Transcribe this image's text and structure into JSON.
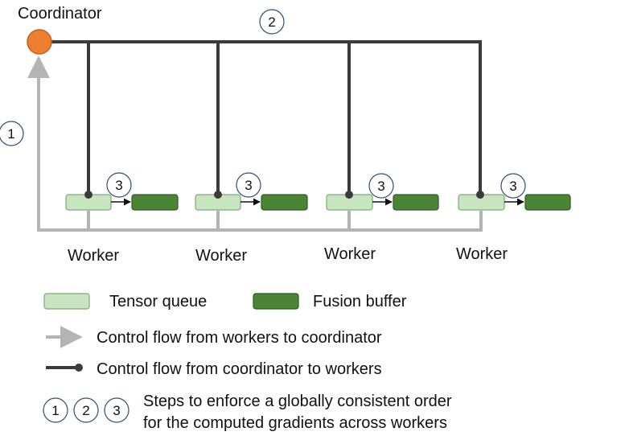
{
  "coordinator": {
    "label": "Coordinator",
    "color": "#ed7d31"
  },
  "steps": {
    "request": "1",
    "broadcast": "2",
    "fuse": "3"
  },
  "workers": [
    {
      "label": "Worker",
      "step": "3"
    },
    {
      "label": "Worker",
      "step": "3"
    },
    {
      "label": "Worker",
      "step": "3"
    },
    {
      "label": "Worker",
      "step": "3"
    }
  ],
  "legend": {
    "tensor_queue": "Tensor queue",
    "fusion_buffer": "Fusion buffer",
    "flow_to_coordinator": "Control flow from workers to coordinator",
    "flow_to_workers": "Control flow from coordinator to workers",
    "step_numbers": [
      "1",
      "2",
      "3"
    ],
    "steps_description_line1": "Steps to enforce a globally consistent order",
    "steps_description_line2": "for the computed gradients across workers"
  },
  "colors": {
    "tensor_queue_fill": "#c7e6bf",
    "tensor_queue_stroke": "#7fa878",
    "fusion_buffer_fill": "#4a8535",
    "fusion_buffer_stroke": "#2f5a22",
    "gray_flow": "#b4b4b4",
    "dark_flow": "#3b3b3b",
    "step_circle_stroke": "#2e4f73"
  }
}
